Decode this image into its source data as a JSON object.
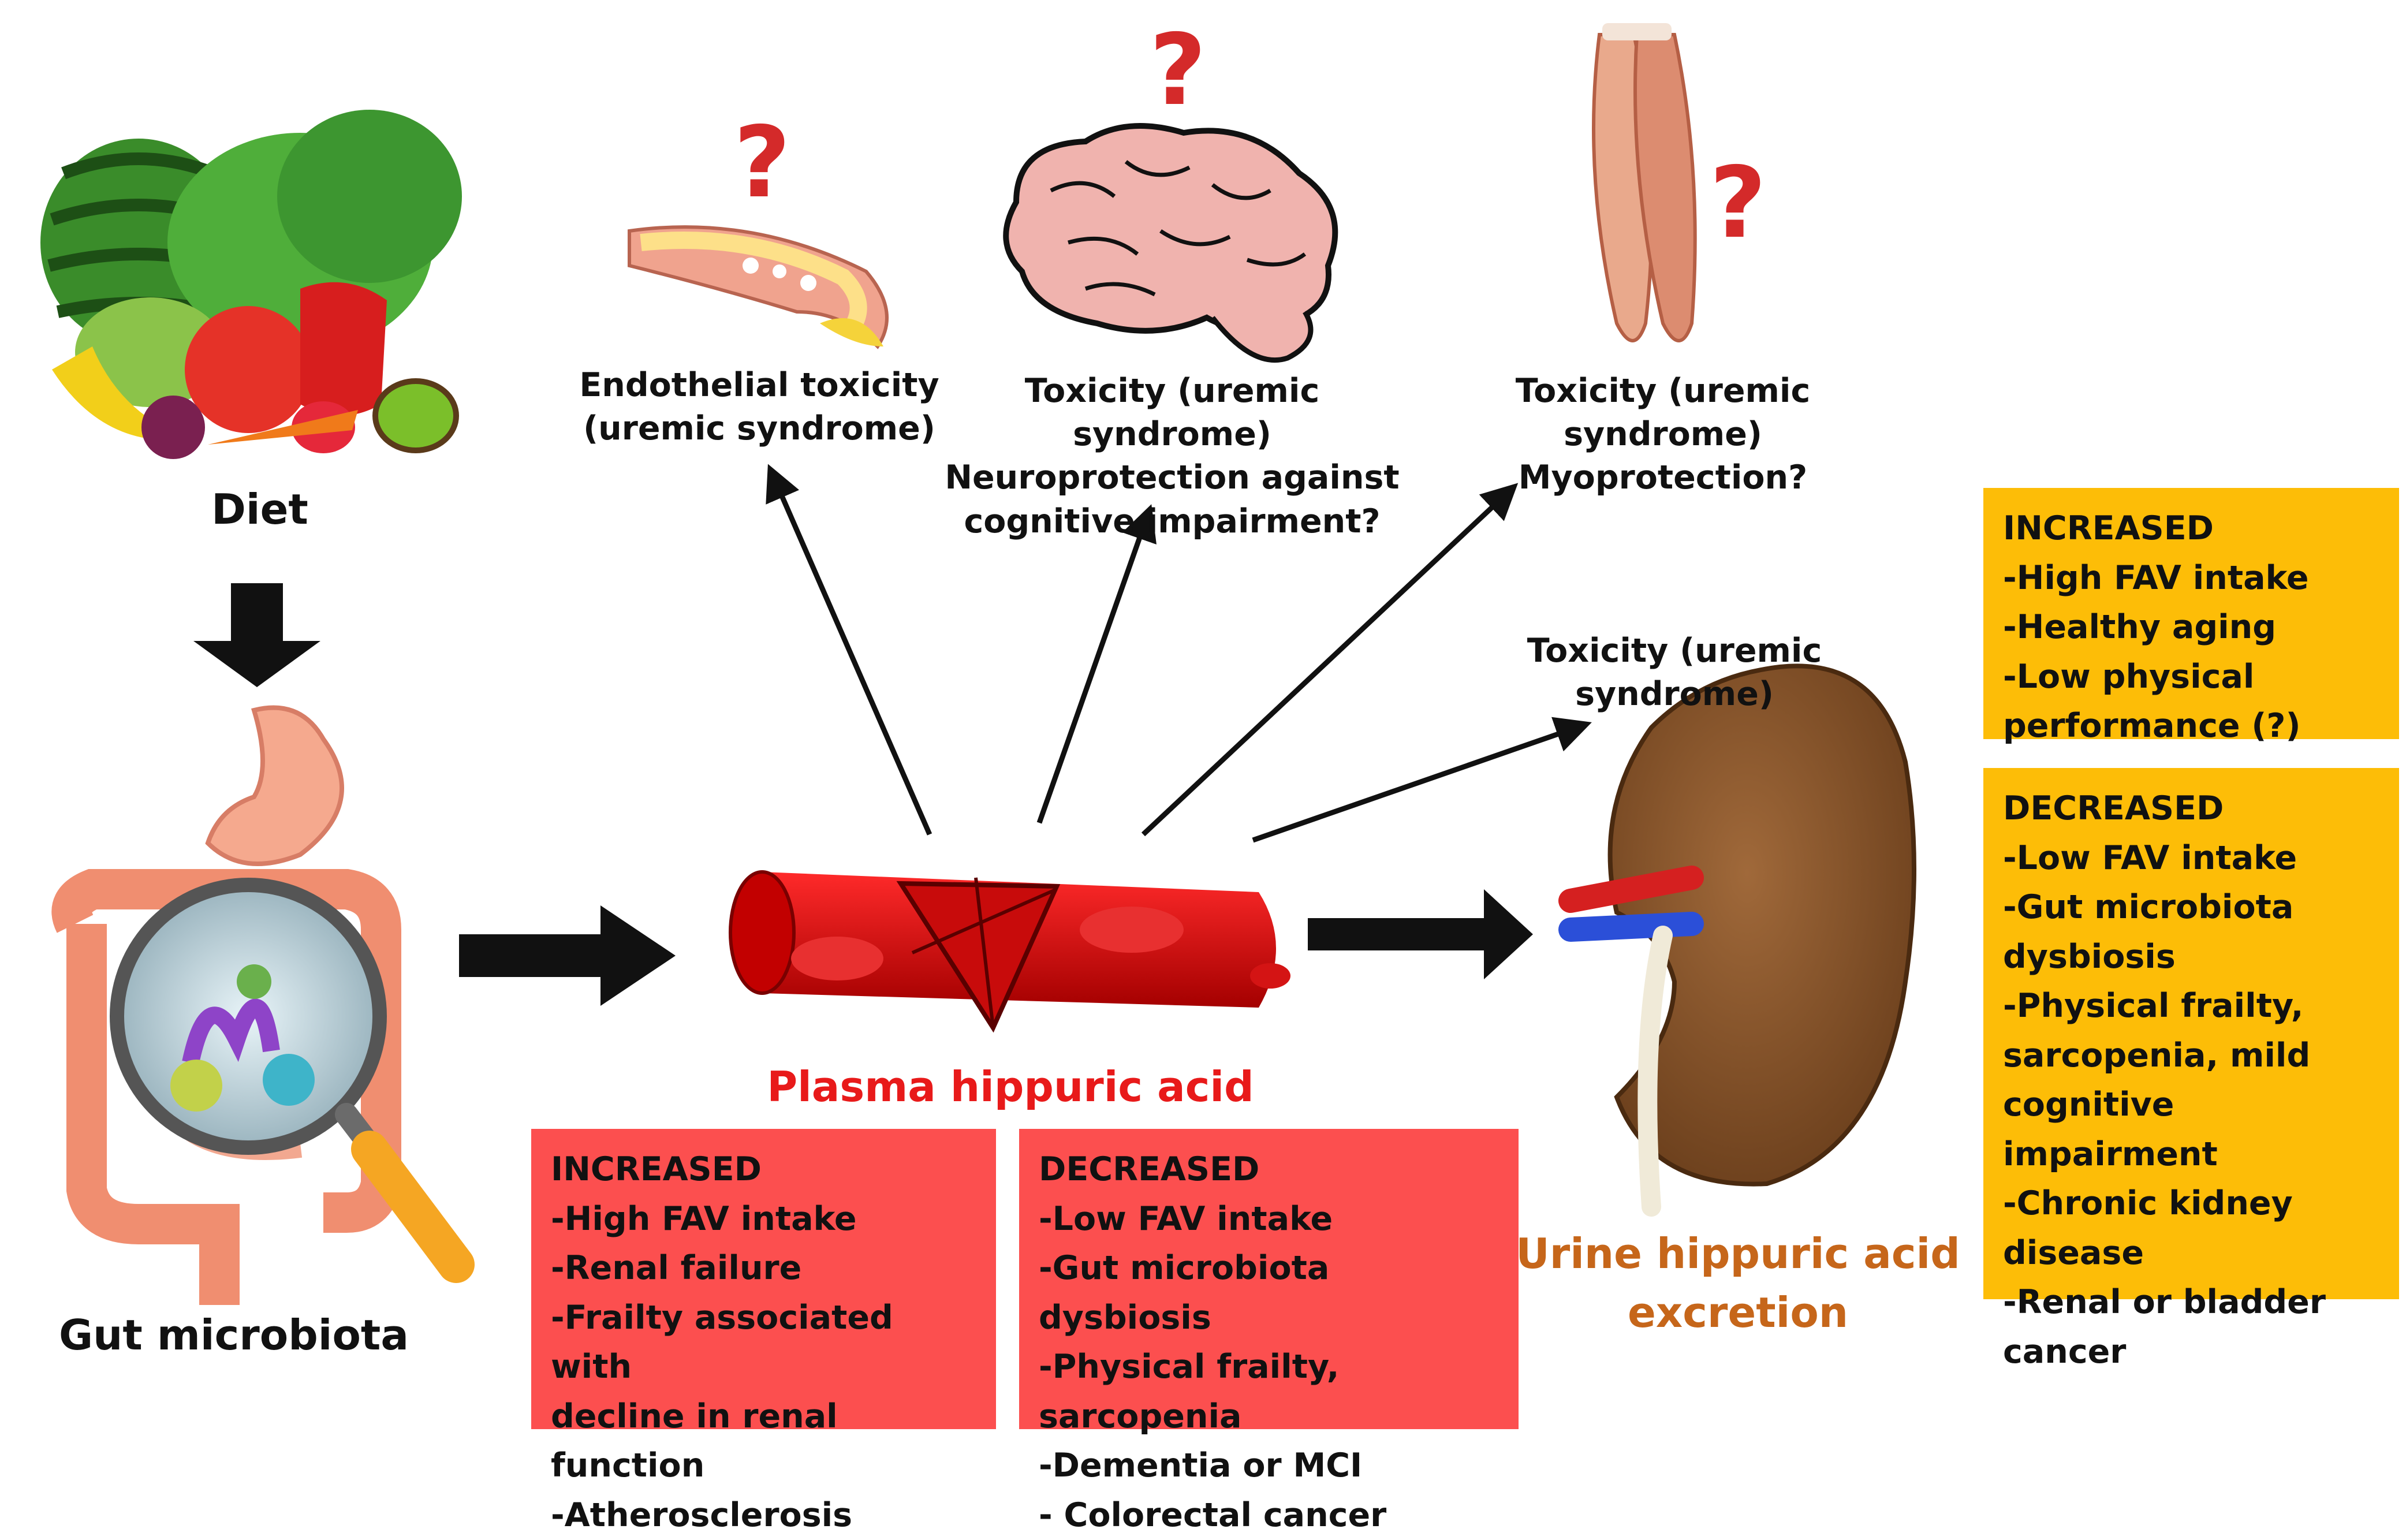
{
  "labels": {
    "diet": "Diet",
    "gut_microbiota": "Gut microbiota",
    "plasma": "Plasma hippuric acid",
    "urine_line1": "Urine hippuric acid",
    "urine_line2": "excretion",
    "endothelial_line1": "Endothelial toxicity",
    "endothelial_line2": "(uremic syndrome)",
    "brain_line1": "Toxicity (uremic syndrome)",
    "brain_line2": "Neuroprotection against",
    "brain_line3": "cognitive impairment?",
    "muscle_line1": "Toxicity (uremic syndrome)",
    "muscle_line2": "Myoprotection?",
    "kidney_toxicity": "Toxicity (uremic syndrome)",
    "question_mark": "?"
  },
  "plasma_increased": {
    "title": "INCREASED",
    "items": [
      "-High FAV intake",
      "-Renal failure",
      "-Frailty associated with",
      "decline in renal function",
      "-Atherosclerosis"
    ]
  },
  "plasma_decreased": {
    "title": "DECREASED",
    "items": [
      "-Low FAV intake",
      "-Gut microbiota dysbiosis",
      "-Physical frailty, sarcopenia",
      "-Dementia or MCI",
      "- Colorectal cancer"
    ]
  },
  "urine_increased": {
    "title": "INCREASED",
    "items": [
      "-High FAV intake",
      "-Healthy aging",
      "-Low physical",
      "performance (?)"
    ]
  },
  "urine_decreased": {
    "title": "DECREASED",
    "items": [
      "-Low FAV intake",
      "-Gut microbiota",
      "dysbiosis",
      "-Physical frailty,",
      "sarcopenia, mild",
      "cognitive impairment",
      "-Chronic kidney",
      "disease",
      "-Renal or bladder",
      "cancer"
    ]
  },
  "colors": {
    "plasma_text": "#e81a1a",
    "urine_text": "#c6661a",
    "red_box": "#fc4f4f",
    "gold_box": "#fdbd07",
    "question": "#d42a2a",
    "blood_vessel": "#e01010"
  }
}
